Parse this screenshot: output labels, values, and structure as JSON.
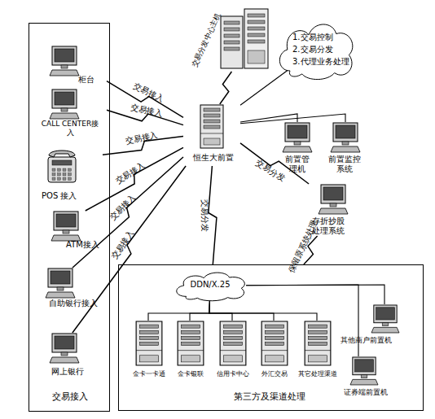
{
  "diagram": {
    "nodes": [
      {
        "text": [
          "交易接入"
        ]
      },
      {
        "text": [
          "柜台"
        ],
        "in": 0
      },
      {
        "text": [
          "CALL CENTER接入"
        ],
        "in": 0
      },
      {
        "text": [
          "POS 接入"
        ],
        "in": 0
      },
      {
        "text": [
          "ATM接入"
        ],
        "in": 0
      },
      {
        "text": [
          "自助银行接入"
        ],
        "in": 0
      },
      {
        "text": [
          "网上银行"
        ],
        "in": 0
      },
      {
        "text": [
          "交易分发中心主机"
        ]
      },
      {
        "text": [
          "1.交易控制",
          "2.交易分发",
          "3.代理业务处理"
        ]
      },
      {
        "text": [
          "恒生大前置"
        ]
      },
      {
        "text": [
          "前置管理机"
        ]
      },
      {
        "text": [
          "前置监控系统"
        ]
      },
      {
        "text": [
          "存折抄股处理系统"
        ]
      },
      {
        "text": [
          "第三方及渠道处理"
        ]
      },
      {
        "text": [
          "DDN/X.25"
        ],
        "in": 13
      },
      {
        "text": [
          "金卡一卡通"
        ],
        "in": 13
      },
      {
        "text": [
          "金卡银联"
        ],
        "in": 13
      },
      {
        "text": [
          "信用卡中心"
        ],
        "in": 13
      },
      {
        "text": [
          "外汇交易"
        ],
        "in": 13
      },
      {
        "text": [
          "其它处理渠道"
        ],
        "in": 13
      },
      {
        "text": [
          "其他商户前置机"
        ],
        "in": 13
      },
      {
        "text": [
          "证券端前置机"
        ],
        "in": 13
      }
    ],
    "edges": [
      {
        "from": 1,
        "to": 9,
        "label": "交易接入",
        "arrow": "none"
      },
      {
        "from": 2,
        "to": 9,
        "label": "交易接入",
        "arrow": "none"
      },
      {
        "from": 3,
        "to": 9,
        "label": "交易接入",
        "arrow": "none"
      },
      {
        "from": 4,
        "to": 9,
        "label": "交易接入",
        "arrow": "none"
      },
      {
        "from": 5,
        "to": 9,
        "label": "交易接入",
        "arrow": "none"
      },
      {
        "from": 6,
        "to": 9,
        "label": "交易接入",
        "arrow": "none"
      },
      {
        "from": 9,
        "to": 7,
        "arrow": "none"
      },
      {
        "from": 9,
        "to": 8,
        "arrow": "none"
      },
      {
        "from": 9,
        "to": 10,
        "arrow": "none"
      },
      {
        "from": 9,
        "to": 11,
        "arrow": "none"
      },
      {
        "from": 9,
        "to": 12,
        "label": "交易分发",
        "arrow": "none"
      },
      {
        "from": 12,
        "to": 13,
        "label": "保留原系统处理",
        "arrow": "none"
      },
      {
        "from": 9,
        "to": 13,
        "label": "交易分发",
        "arrow": "none"
      },
      {
        "from": 14,
        "to": 15,
        "arrow": "none"
      },
      {
        "from": 14,
        "to": 16,
        "arrow": "none"
      },
      {
        "from": 14,
        "to": 17,
        "arrow": "none"
      },
      {
        "from": 14,
        "to": 18,
        "arrow": "none"
      },
      {
        "from": 14,
        "to": 19,
        "arrow": "none"
      },
      {
        "from": 14,
        "to": 20,
        "arrow": "none"
      },
      {
        "from": 14,
        "to": 21,
        "arrow": "none"
      }
    ]
  }
}
